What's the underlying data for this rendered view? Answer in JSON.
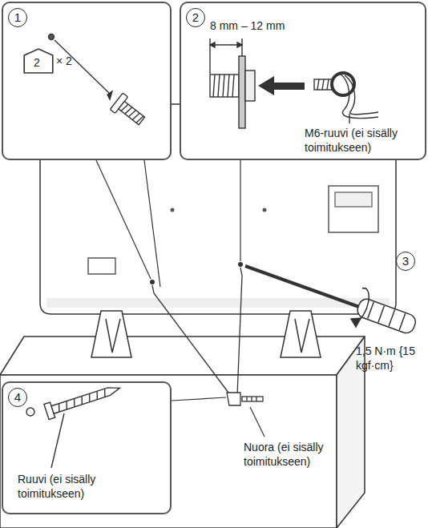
{
  "diagram": {
    "nodes": [
      {
        "text": [
          "1",
          "× 2"
        ]
      },
      {
        "text": [
          "2"
        ],
        "in": 0
      },
      {
        "text": [
          "2",
          "8 mm – 12 mm",
          "M6-ruuvi (ei sisälly toimitukseen)"
        ]
      },
      {
        "text": [
          "4",
          "Ruuvi (ei sisälly toimitukseen)"
        ]
      }
    ],
    "labels": [
      "3",
      "1,5 N·m {15 kgf·cm}",
      "Nuora (ei sisälly toimitukseen)"
    ]
  }
}
